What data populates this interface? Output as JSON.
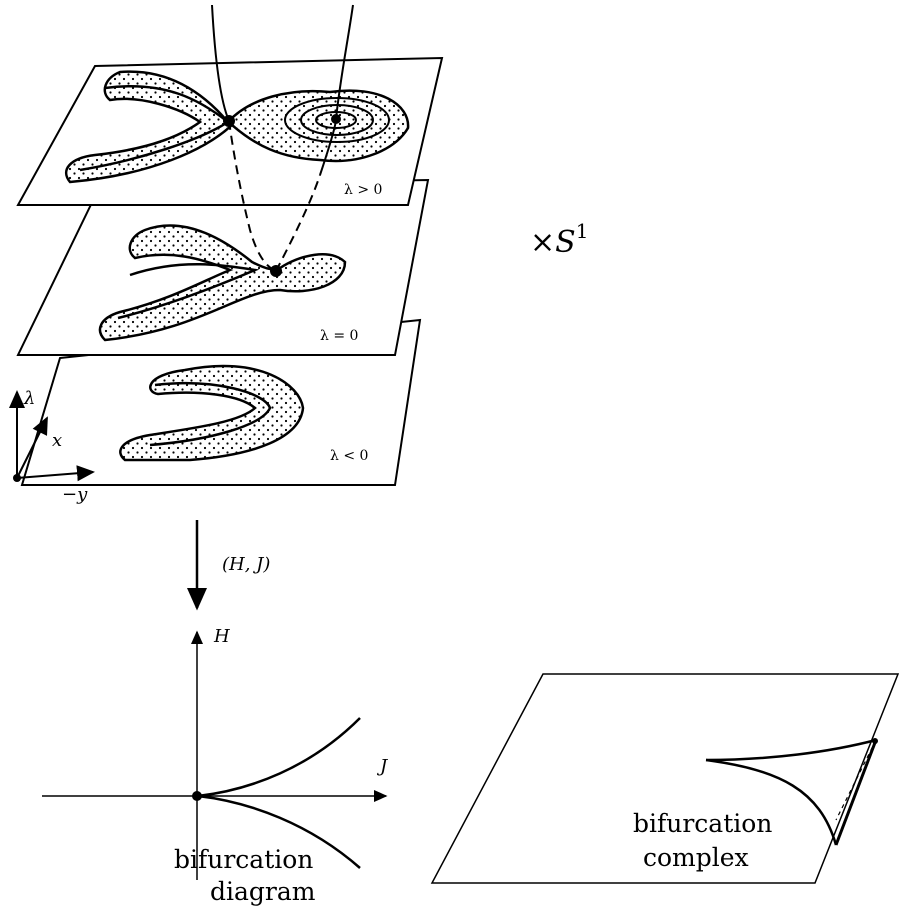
{
  "planes": {
    "top_label": "λ > 0",
    "mid_label": "λ = 0",
    "bottom_label": "λ < 0"
  },
  "product": {
    "times": "×",
    "base": "S",
    "exp": "1"
  },
  "axes3d": {
    "lambda": "λ",
    "x": "x",
    "neg_y": "−y"
  },
  "map_label": "(H, J)",
  "plot": {
    "h_axis": "H",
    "j_axis": "J"
  },
  "captions": {
    "diagram_line1": "bifurcation",
    "diagram_line2": "diagram",
    "complex_line1": "bifurcation",
    "complex_line2": "complex"
  }
}
